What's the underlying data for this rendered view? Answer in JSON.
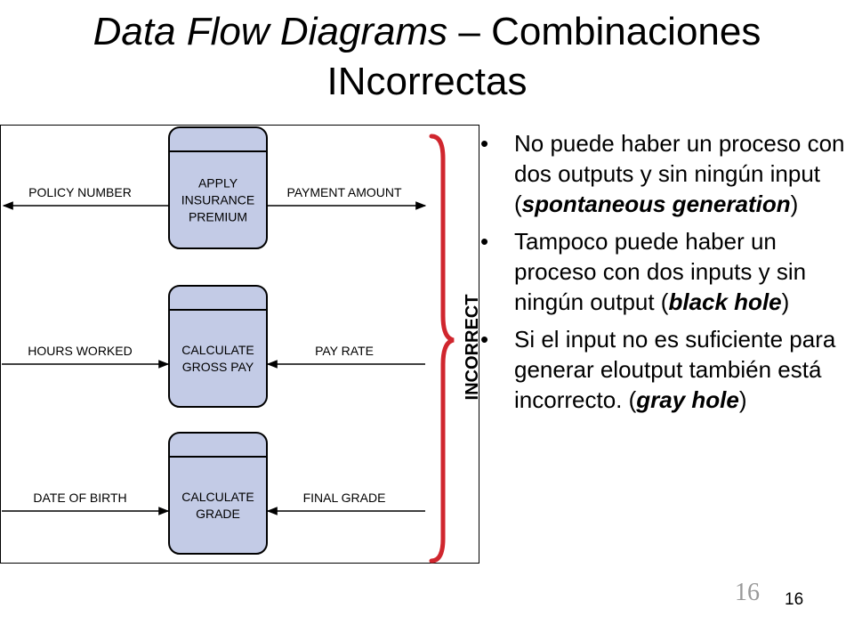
{
  "title": {
    "line1_italic": "Data Flow Diagrams",
    "line1_rest": " – Combinaciones",
    "line2": "INcorrectas"
  },
  "diagram": {
    "processes": [
      {
        "lines": [
          "APPLY",
          "INSURANCE",
          "PREMIUM"
        ],
        "left_flow": "POLICY NUMBER",
        "right_flow": "PAYMENT AMOUNT",
        "left_dir": "out",
        "right_dir": "out"
      },
      {
        "lines": [
          "CALCULATE",
          "GROSS PAY"
        ],
        "left_flow": "HOURS WORKED",
        "right_flow": "PAY RATE",
        "left_dir": "in",
        "right_dir": "in"
      },
      {
        "lines": [
          "CALCULATE",
          "GRADE"
        ],
        "left_flow": "DATE OF BIRTH",
        "right_flow": "FINAL GRADE",
        "left_dir": "in",
        "right_dir": "in"
      }
    ],
    "label": "INCORRECT",
    "colors": {
      "process_fill": "#c3cbe6",
      "brace": "#d0262e",
      "stroke": "#000000"
    }
  },
  "bullets": [
    {
      "parts": [
        {
          "t": "No puede haber un proceso con dos outputs y sin ningún input ("
        },
        {
          "t": "spontaneous generation",
          "style": "bi"
        },
        {
          "t": ")"
        }
      ]
    },
    {
      "parts": [
        {
          "t": "Tampoco puede haber un proceso con dos inputs y sin ningún output ("
        },
        {
          "t": "black hole",
          "style": "bi"
        },
        {
          "t": ")"
        }
      ]
    },
    {
      "parts": [
        {
          "t": "Si el input no es suficiente para generar eloutput también está incorrecto. ("
        },
        {
          "t": "gray hole",
          "style": "bi"
        },
        {
          "t": ")"
        }
      ]
    }
  ],
  "page_number_serif": "16",
  "page_number": "16"
}
